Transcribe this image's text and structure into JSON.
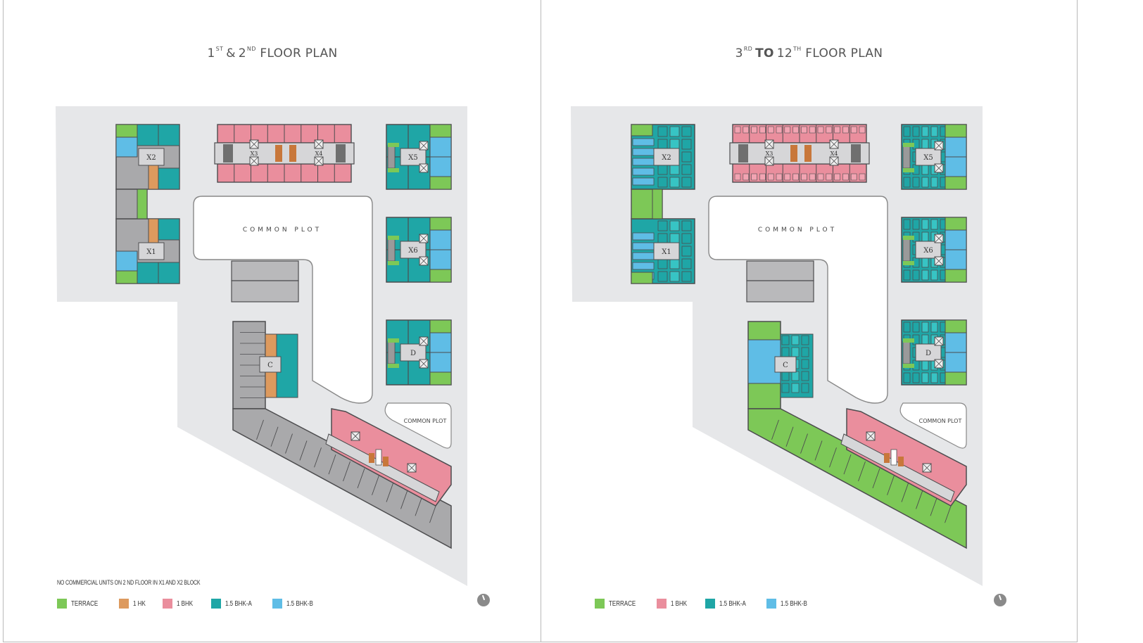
{
  "colors": {
    "terrace": "#7dc857",
    "one_hk": "#dd9a5e",
    "one_bhk": "#ea8e9d",
    "bhk15a": "#1fa6a6",
    "bhk15b": "#5fbde6",
    "service": "#a9a9ab",
    "core": "#d6d6d8",
    "site": "#e6e7e9",
    "outline": "#4d4d4f",
    "stair_brown": "#c8773a"
  },
  "pages": [
    {
      "title": {
        "n1": "1",
        "s1": "ST",
        "amp": "&",
        "n2": "2",
        "s2": "ND",
        "rest": "FLOOR PLAN"
      },
      "note": "NO COMMERCIAL UNITS ON 2 ND FLOOR IN X1 AND X2 BLOCK",
      "legend": [
        {
          "label": "TERRACE",
          "color_key": "terrace"
        },
        {
          "label": "1 HK",
          "color_key": "one_hk"
        },
        {
          "label": "1 BHK",
          "color_key": "one_bhk"
        },
        {
          "label": "1.5 BHK-A",
          "color_key": "bhk15a"
        },
        {
          "label": "1.5 BHK-B",
          "color_key": "bhk15b"
        }
      ],
      "common_plot_label": "COMMON PLOT",
      "small_plot_label": "COMMON PLOT",
      "blocks": [
        "X1",
        "X2",
        "X3",
        "X4",
        "X5",
        "X6",
        "C",
        "D"
      ]
    },
    {
      "title": {
        "n1": "3",
        "s1": "RD",
        "amp": "TO",
        "n2": "12",
        "s2": "TH",
        "rest": "FLOOR PLAN"
      },
      "legend": [
        {
          "label": "TERRACE",
          "color_key": "terrace"
        },
        {
          "label": "1 BHK",
          "color_key": "one_bhk"
        },
        {
          "label": "1.5 BHK-A",
          "color_key": "bhk15a"
        },
        {
          "label": "1.5 BHK-B",
          "color_key": "bhk15b"
        }
      ],
      "common_plot_label": "COMMON PLOT",
      "small_plot_label": "COMMON PLOT",
      "blocks": [
        "X1",
        "X2",
        "X3",
        "X4",
        "X5",
        "X6",
        "C",
        "D"
      ]
    }
  ]
}
